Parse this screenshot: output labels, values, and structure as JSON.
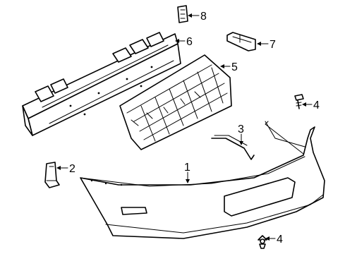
{
  "callouts": [
    {
      "id": "1",
      "label": "1"
    },
    {
      "id": "2",
      "label": "2"
    },
    {
      "id": "3",
      "label": "3"
    },
    {
      "id": "4a",
      "label": "4"
    },
    {
      "id": "4b",
      "label": "4"
    },
    {
      "id": "5",
      "label": "5"
    },
    {
      "id": "6",
      "label": "6"
    },
    {
      "id": "7",
      "label": "7"
    },
    {
      "id": "8",
      "label": "8"
    }
  ]
}
